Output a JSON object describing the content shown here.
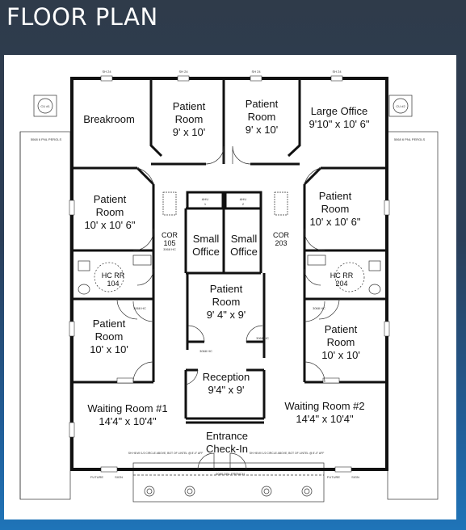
{
  "header": {
    "title": "FLOOR PLAN"
  },
  "rooms": {
    "breakroom": {
      "line1": "Breakroom"
    },
    "patient_room_top_left": {
      "line1": "Patient",
      "line2": "Room",
      "line3": "9' x 10'"
    },
    "patient_room_top_right": {
      "line1": "Patient",
      "line2": "Room",
      "line3": "9' x 10'"
    },
    "large_office": {
      "line1": "Large Office",
      "line2": "9'10\" x 10' 6\""
    },
    "patient_room_left_upper": {
      "line1": "Patient",
      "line2": "Room",
      "line3": "10' x 10' 6\""
    },
    "patient_room_right_upper": {
      "line1": "Patient",
      "line2": "Room",
      "line3": "10' x 10' 6\""
    },
    "small_office_left": {
      "line1": "Small",
      "line2": "Office"
    },
    "small_office_right": {
      "line1": "Small",
      "line2": "Office"
    },
    "cor_left": {
      "line1": "COR",
      "line2": "105"
    },
    "cor_right": {
      "line1": "COR",
      "line2": "203"
    },
    "hc_rr_left": {
      "line1": "HC RR",
      "line2": "104"
    },
    "hc_rr_right": {
      "line1": "HC RR",
      "line2": "204"
    },
    "patient_room_center": {
      "line1": "Patient",
      "line2": "Room",
      "line3": "9' 4\" x 9'"
    },
    "patient_room_left_lower": {
      "line1": "Patient",
      "line2": "Room",
      "line3": "10' x 10'"
    },
    "patient_room_right_lower": {
      "line1": "Patient",
      "line2": "Room",
      "line3": "10' x 10'"
    },
    "reception": {
      "line1": "Reception",
      "line2": "9'4\" x 9'"
    },
    "waiting_room_1": {
      "line1": "Waiting Room #1",
      "line2": "14'4\" x 10'4\""
    },
    "waiting_room_2": {
      "line1": "Waiting Room #2",
      "line2": "14'4\" x 10'4\""
    },
    "entrance": {
      "line1": "Entrance",
      "line2": "Check-In"
    }
  },
  "annotations": {
    "cu_left": "CU #1",
    "cu_right": "CU #2",
    "ahu_left": "AHU",
    "ahu_left_num": "1",
    "ahu_right": "AHU",
    "ahu_right_num": "2",
    "door_note": "3068 HC",
    "window_note": "SH 24",
    "door_double": "5068 6 PNL PERGLS",
    "front_door": "6080 DBL FRENCH",
    "future_sign_left": "FUTURE",
    "future_sign_right": "SIGN",
    "header_note_left": "SH H8 W/ 1/2 CIRCLE ABOVE, BOT OF LINTEL @ 8'-0\" AFF",
    "header_note_right": "SH H8 W/ 1/2 CIRCLE ABOVE, BOT OF LINTEL @ 8'-0\" AFF"
  }
}
